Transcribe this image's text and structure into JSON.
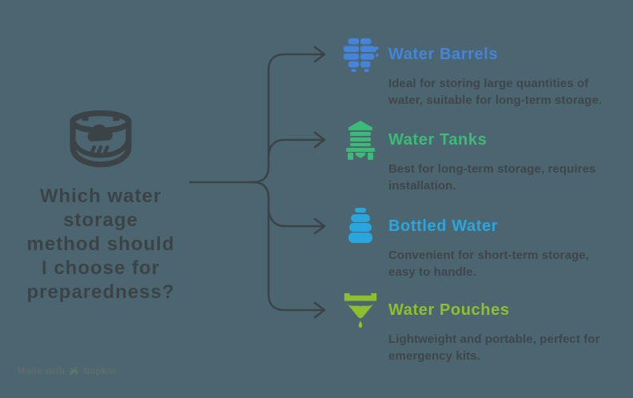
{
  "background_color": "#4c6671",
  "line_color": "#3c4347",
  "description_color": "#3f464b",
  "question": {
    "icon": "rain-barrel-icon",
    "color": "#3c4347",
    "full_text": "Which water storage method should I choose for preparedness?",
    "lines": [
      "Which water",
      "storage",
      "method should",
      "I choose for",
      "preparedness?"
    ]
  },
  "items": [
    {
      "icon": "water-barrel-icon",
      "title": "Water Barrels",
      "description": "Ideal for storing large quantities of water, suitable for long-term storage.",
      "color": "#4584d8"
    },
    {
      "icon": "water-tank-icon",
      "title": "Water Tanks",
      "description": "Best for long-term storage, requires installation.",
      "color": "#3dba76"
    },
    {
      "icon": "water-bottle-icon",
      "title": "Bottled Water",
      "description": "Convenient for short-term storage, easy to handle.",
      "color": "#2aa5de"
    },
    {
      "icon": "water-pouch-icon",
      "title": "Water Pouches",
      "description": "Lightweight and portable, perfect for emergency kits.",
      "color": "#8cc02f"
    }
  ],
  "watermark": {
    "prefix": "Made with",
    "brand": "Napkin",
    "icon": "napkin-logo-icon"
  }
}
